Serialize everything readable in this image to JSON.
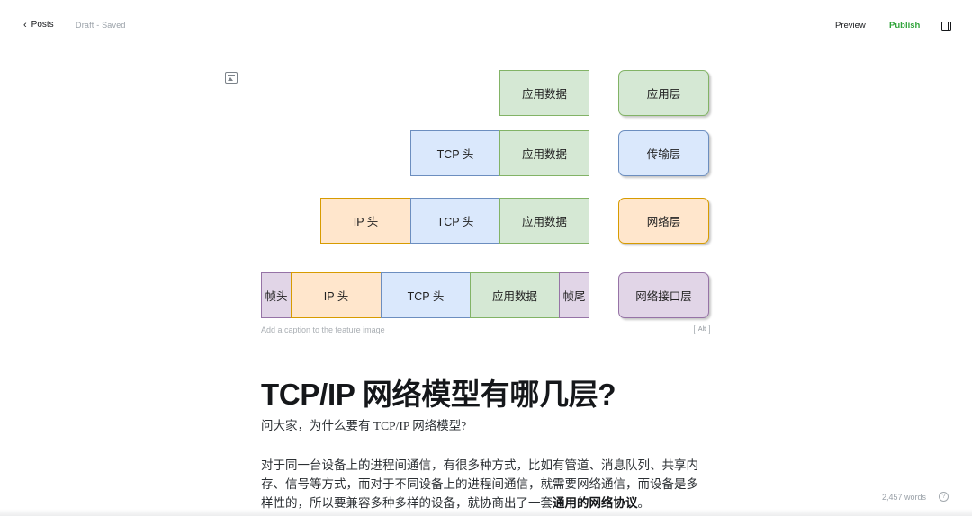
{
  "topbar": {
    "back_label": "Posts",
    "back_icon": "chevron-left-icon",
    "status": "Draft - Saved",
    "preview_label": "Preview",
    "publish_label": "Publish",
    "sidebar_icon": "sidebar-toggle-icon",
    "publish_color": "#30a43a"
  },
  "feature_image": {
    "rows": [
      {
        "segments": [
          "应用数据"
        ],
        "layer": "应用层"
      },
      {
        "segments": [
          "TCP 头",
          "应用数据"
        ],
        "layer": "传输层"
      },
      {
        "segments": [
          "IP 头",
          "TCP 头",
          "应用数据"
        ],
        "layer": "网络层"
      },
      {
        "segments": [
          "帧头",
          "IP 头",
          "TCP 头",
          "应用数据",
          "帧尾"
        ],
        "layer": "网络接口层"
      }
    ],
    "colors": {
      "application": "#d5e8d4",
      "transport": "#dae8fc",
      "network": "#ffe6cc",
      "link": "#e1d5e7"
    },
    "caption_placeholder": "Add a caption to the feature image",
    "alt_label": "Alt"
  },
  "article": {
    "title": "TCP/IP 网络模型有哪几层?",
    "p1": "问大家，为什么要有 TCP/IP 网络模型?",
    "p2_text": "对于同一台设备上的进程间通信，有很多种方式，比如有管道、消息队列、共享内存、信号等方式，而对于不同设备上的进程间通信，就需要网络通信，而设备是多样性的，所以要兼容多种多样的设备，就协商出了一套",
    "p2_bold": "通用的网络协议",
    "p2_end": "。"
  },
  "footer": {
    "word_count": "2,457 words",
    "help_label": "?"
  }
}
